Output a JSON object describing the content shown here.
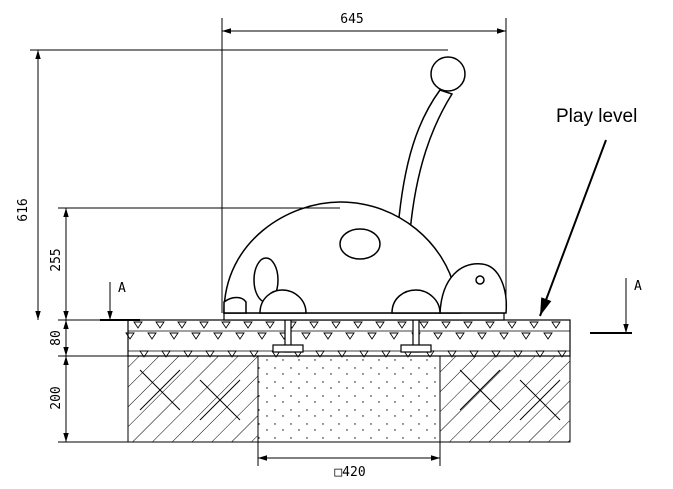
{
  "dimensions": {
    "width": "645",
    "total_height": "616",
    "body_height": "255",
    "surface_depth": "80",
    "foundation_depth": "200",
    "foundation_size": "□420"
  },
  "labels": {
    "play_level": "Play level",
    "section_left": "A",
    "section_right": "A"
  }
}
